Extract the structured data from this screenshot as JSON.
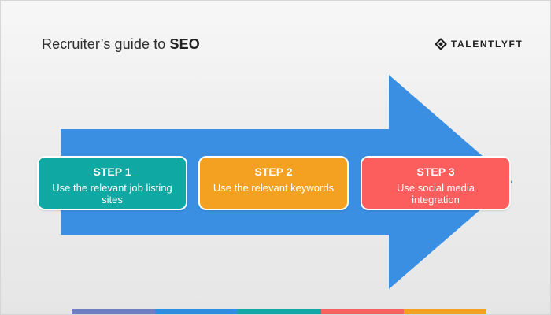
{
  "header": {
    "title_prefix": "Recruiter’s guide to ",
    "title_strong": "SEO",
    "logo_text": "TALENTLYFT"
  },
  "steps": [
    {
      "title": "STEP 1",
      "description": "Use the relevant job listing sites",
      "color": "#0fa8a3"
    },
    {
      "title": "STEP 2",
      "description": "Use the relevant keywords",
      "color": "#f4a021"
    },
    {
      "title": "STEP 3",
      "description": "Use social media integration",
      "color": "#fb5e5d"
    }
  ],
  "arrow": {
    "color": "#3a8fe2"
  },
  "footer_bar": [
    {
      "color": "#6d7fc2"
    },
    {
      "color": "#2f8ee0"
    },
    {
      "color": "#12aaa6"
    },
    {
      "color": "#fa6261"
    },
    {
      "color": "#f4a021"
    }
  ]
}
